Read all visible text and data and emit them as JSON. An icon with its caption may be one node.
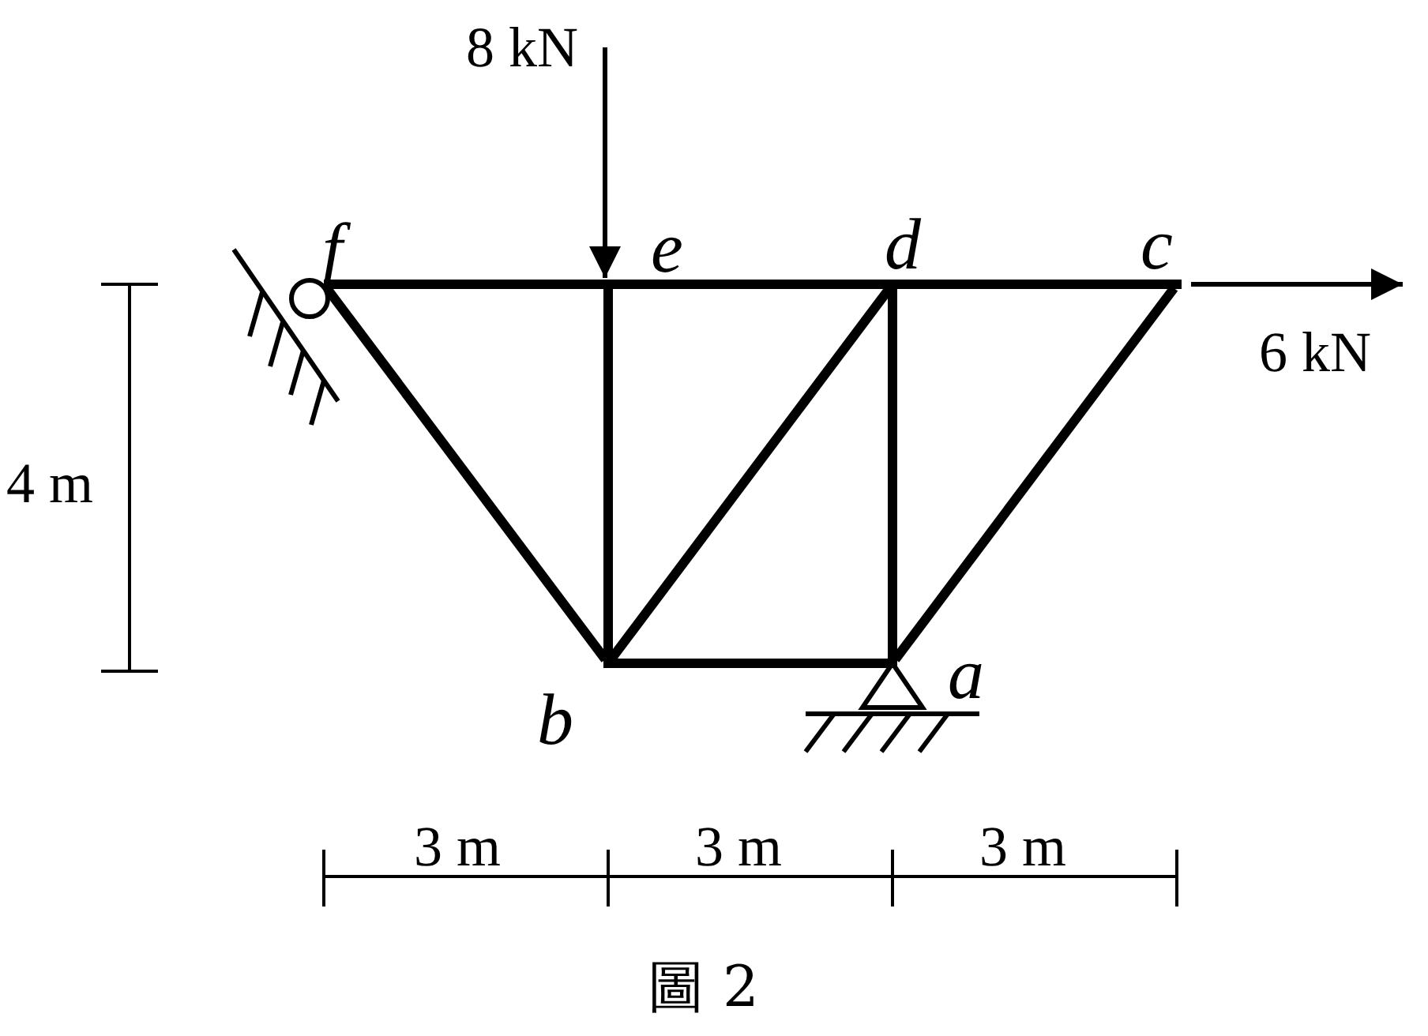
{
  "diagram": {
    "caption": "圖 2",
    "nodes": [
      {
        "text": [],
        "shape": "circle",
        "beside": [
          "f"
        ]
      },
      {
        "text": [],
        "shape": "point",
        "beside": [
          "e"
        ]
      },
      {
        "text": [],
        "shape": "point",
        "beside": [
          "d"
        ]
      },
      {
        "text": [],
        "shape": "point",
        "beside": [
          "c"
        ]
      },
      {
        "text": [],
        "shape": "point",
        "beside": [
          "b"
        ]
      },
      {
        "text": [],
        "shape": "point",
        "beside": [
          "a"
        ]
      }
    ],
    "edges": [
      {
        "from": 0,
        "to": 1,
        "arrow": "none"
      },
      {
        "from": 1,
        "to": 2,
        "arrow": "none"
      },
      {
        "from": 2,
        "to": 3,
        "arrow": "none"
      },
      {
        "from": 0,
        "to": 4,
        "arrow": "none"
      },
      {
        "from": 1,
        "to": 4,
        "arrow": "none"
      },
      {
        "from": 4,
        "to": 2,
        "arrow": "none"
      },
      {
        "from": 2,
        "to": 5,
        "arrow": "none"
      },
      {
        "from": 4,
        "to": 5,
        "arrow": "none"
      },
      {
        "from": 3,
        "to": 5,
        "arrow": "none"
      }
    ],
    "labels": [
      "8 kN",
      "6 kN",
      "4 m",
      "3 m",
      "3 m",
      "3 m"
    ]
  }
}
